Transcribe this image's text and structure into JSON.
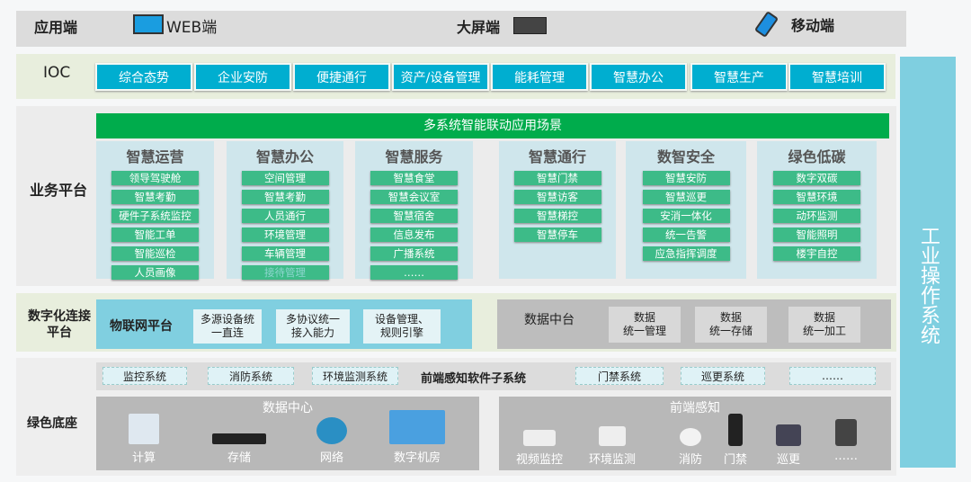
{
  "app_layer": {
    "label": "应用端",
    "web": "WEB端",
    "bigscreen": "大屏端",
    "mobile": "移动端"
  },
  "ioc": {
    "label": "IOC",
    "items": [
      "综合态势",
      "企业安防",
      "便捷通行",
      "资产/设备管理",
      "能耗管理",
      "智慧办公",
      "智慧生产",
      "智慧培训"
    ]
  },
  "side": {
    "label": "工业操作系统"
  },
  "business": {
    "label": "业务平台",
    "banner": "多系统智能联动应用场景",
    "columns": [
      {
        "title": "智慧运营",
        "items": [
          "领导驾驶舱",
          "智慧考勤",
          "硬件子系统监控",
          "智能工单",
          "智能巡检",
          "人员画像"
        ]
      },
      {
        "title": "智慧办公",
        "items": [
          "空间管理",
          "智慧考勤",
          "人员通行",
          "环境管理",
          "车辆管理",
          "接待管理"
        ]
      },
      {
        "title": "智慧服务",
        "items": [
          "智慧食堂",
          "智慧会议室",
          "智慧宿舍",
          "信息发布",
          "广播系统",
          "……"
        ]
      },
      {
        "title": "智慧通行",
        "items": [
          "智慧门禁",
          "智慧访客",
          "智慧梯控",
          "智慧停车"
        ]
      },
      {
        "title": "数智安全",
        "items": [
          "智慧安防",
          "智慧巡更",
          "安消一体化",
          "统一告警",
          "应急指挥调度"
        ]
      },
      {
        "title": "绿色低碳",
        "items": [
          "数字双碳",
          "智慧环境",
          "动环监测",
          "智能照明",
          "楼宇自控"
        ]
      }
    ]
  },
  "digital": {
    "label1": "数字化连接",
    "label2": "平台",
    "iot": {
      "title": "物联网平台",
      "items": [
        [
          "多源设备统",
          "一直连"
        ],
        [
          "多协议统一",
          "接入能力"
        ],
        [
          "设备管理、",
          "规则引擎"
        ]
      ]
    },
    "data": {
      "title": "数据中台",
      "items": [
        [
          "数据",
          "统一管理"
        ],
        [
          "数据",
          "统一存储"
        ],
        [
          "数据",
          "统一加工"
        ]
      ]
    }
  },
  "base": {
    "label": "绿色底座",
    "subsystems": [
      "监控系统",
      "消防系统",
      "环境监测系统",
      "前端感知软件子系统",
      "门禁系统",
      "巡更系统",
      "……"
    ],
    "datacenter": {
      "title": "数据中心",
      "items": [
        "计算",
        "存储",
        "网络",
        "数字机房"
      ]
    },
    "frontend": {
      "title": "前端感知",
      "items": [
        "视频监控",
        "环境监测",
        "消防",
        "门禁",
        "巡更",
        "……"
      ]
    }
  },
  "colors": {
    "ioc": "#00aed0",
    "green": "#00ac4c",
    "item": "#3dbb88",
    "side": "#7fcfe0"
  }
}
